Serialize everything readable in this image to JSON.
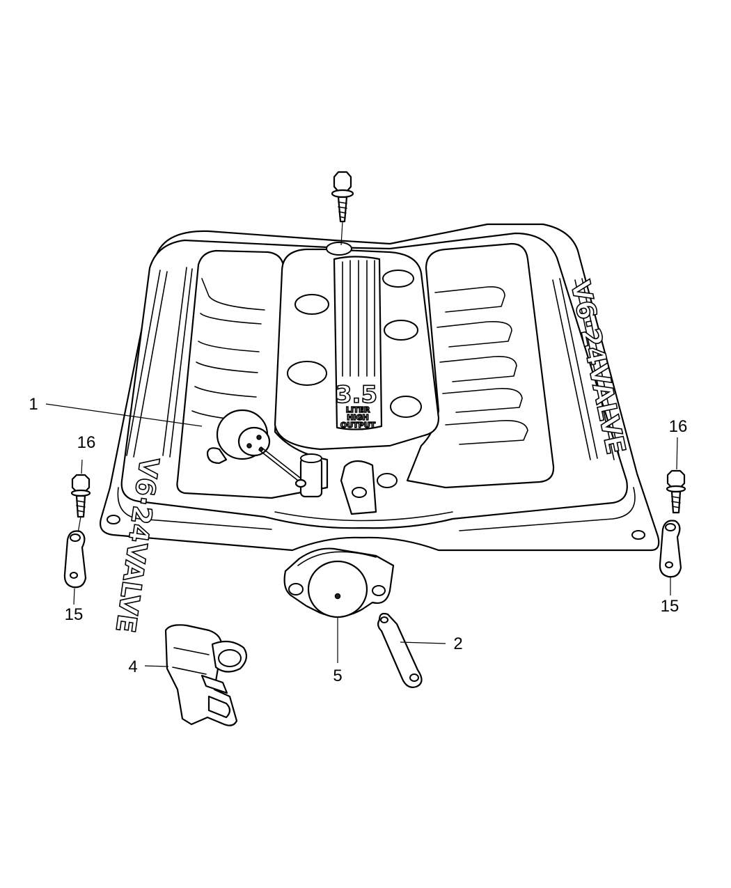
{
  "callouts": {
    "c1": "1",
    "c2": "2",
    "c4": "4",
    "c5": "5",
    "c15_left": "15",
    "c15_right": "15",
    "c16_left": "16",
    "c16_right": "16"
  },
  "cover_logo": {
    "left": "V6·24VALVE",
    "right": "V6·24VALVE",
    "center_number": "3.5",
    "center_text": [
      "LITER",
      "HIGH",
      "OUTPUT"
    ]
  }
}
